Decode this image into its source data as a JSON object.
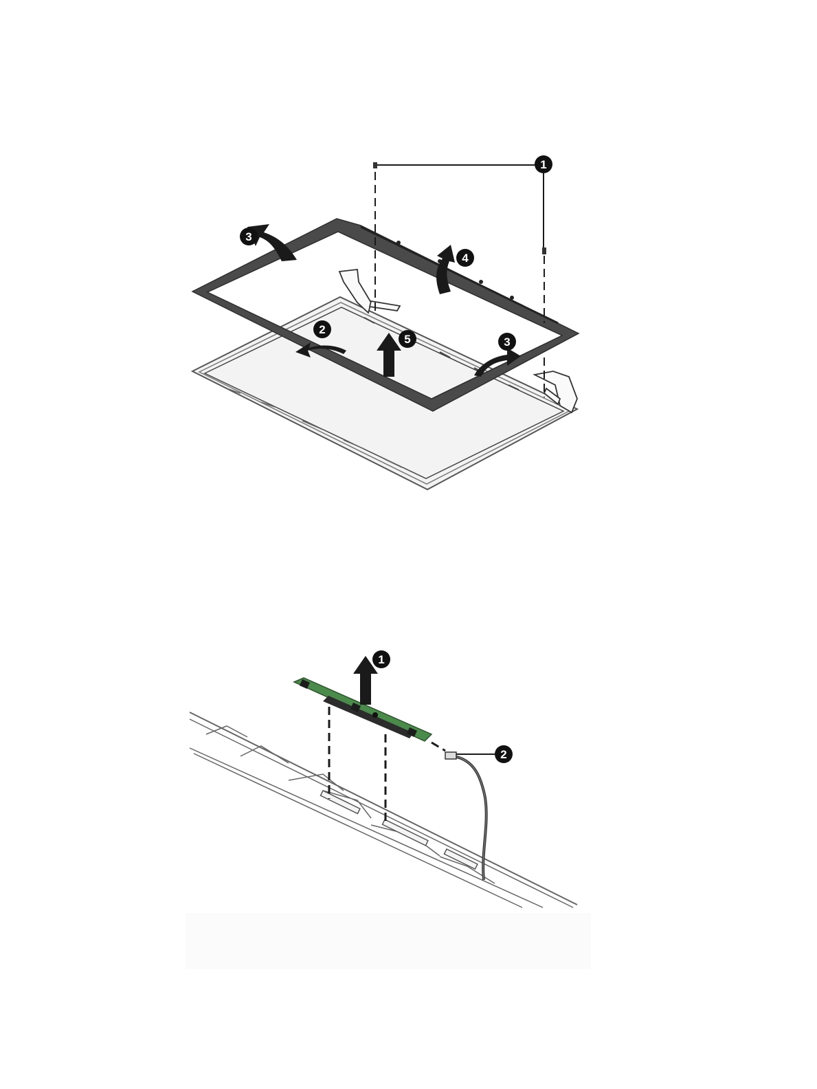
{
  "figures": [
    {
      "name": "display-bezel-removal",
      "callouts": [
        "1",
        "2",
        "3",
        "3",
        "4",
        "5"
      ]
    },
    {
      "name": "webcam-module-removal",
      "callouts": [
        "1",
        "2"
      ]
    }
  ],
  "colors": {
    "bezel": "#4a4a4a",
    "outline": "#2e2e2e",
    "arrow": "#1a1a1a",
    "callout_fill": "#111111",
    "board_green": "#4a8a4a",
    "enclosure_fill": "#f4f4f4"
  }
}
